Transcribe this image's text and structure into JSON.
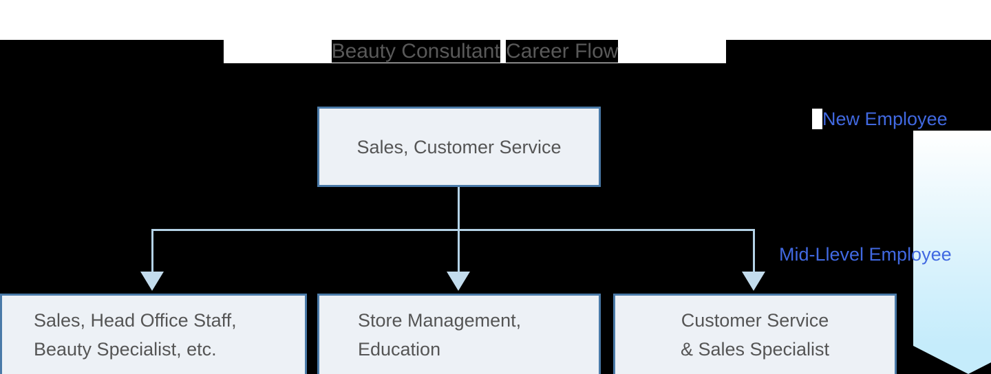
{
  "page": {
    "background": "#000000",
    "paper_background": "#ffffff"
  },
  "title": {
    "full": "Beauty Consultant Career Flow",
    "segment_1": "Beauty Consultant",
    "segment_gap": " ",
    "segment_2": "Career Flow",
    "color": "#595959",
    "highlight_color": "#000000"
  },
  "diagram": {
    "type": "flowchart",
    "box_fill": "#edf1f6",
    "box_border": "#4a7aa8",
    "connector_color": "#b4d2e6",
    "top_node": {
      "label": "Sales, Customer Service"
    },
    "child_nodes": [
      {
        "label_line_1": "Sales, Head Office Staff,",
        "label_line_2": "Beauty Specialist, etc."
      },
      {
        "label_line_1": "Store Management,",
        "label_line_2": "Education"
      },
      {
        "label_line_1": "Customer Service",
        "label_line_2": "& Sales Specialist"
      }
    ]
  },
  "stages": {
    "accent_color": "#4169e1",
    "new_employee": {
      "label": "New Employee",
      "seg_a": "New Employ",
      "seg_b": "ee"
    },
    "mid_level_employee": {
      "label": "Mid-Llevel Employee",
      "seg_a": "Mid-Llevel Em",
      "seg_b": "ployee"
    }
  },
  "progression_arrow": {
    "direction": "down",
    "gradient_top": "#ffffff",
    "gradient_bottom": "#c5ecfb"
  }
}
